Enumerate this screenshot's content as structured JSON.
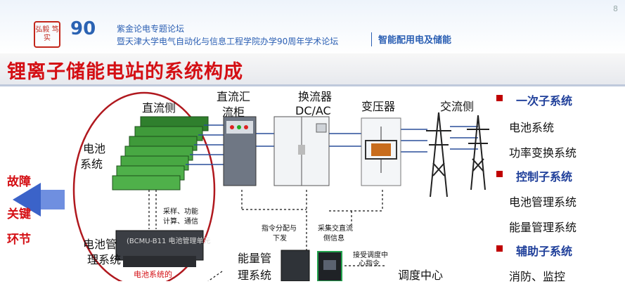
{
  "page_number": "8",
  "header": {
    "seal_text": "弘毅\n笃实",
    "logo_text": "90",
    "conference_line1": "紫金论电专题论坛",
    "conference_line2": "暨天津大学电气自动化与信息工程学院办学90周年学术论坛",
    "conference_topic": "智能配用电及储能"
  },
  "slide_title": "锂离子储能电站的系统构成",
  "left_callout": [
    "故障",
    "关键",
    "环节"
  ],
  "diagram": {
    "dc_side": "直流侧",
    "battery": [
      "电池",
      "系统"
    ],
    "dc_cabinet": [
      "直流汇",
      "流柜"
    ],
    "converter": [
      "换流器",
      "DC/AC"
    ],
    "transformer": "变压器",
    "ac_side": "交流侧",
    "bms": [
      "电池管",
      "理系统"
    ],
    "bms_caption": "电池系统的",
    "bms_device_label": "(BCMU-B11  电池管理单元",
    "sampling": [
      "采样、功能",
      "计算、通信"
    ],
    "command": [
      "指令分配与",
      "下发"
    ],
    "collect": [
      "采集交直流",
      "侧信息"
    ],
    "ems": [
      "能量管",
      "理系统"
    ],
    "dispatch_cmd": [
      "接受调度中",
      "心指令"
    ],
    "dispatch_center": "调度中心"
  },
  "right_list": [
    {
      "type": "head",
      "text": "一次子系统"
    },
    {
      "type": "item",
      "text": "电池系统"
    },
    {
      "type": "item",
      "text": "功率变换系统"
    },
    {
      "type": "head",
      "text": "控制子系统"
    },
    {
      "type": "item",
      "text": "电池管理系统"
    },
    {
      "type": "item",
      "text": "能量管理系统"
    },
    {
      "type": "head",
      "text": "辅助子系统"
    },
    {
      "type": "item",
      "text": "消防、监控"
    }
  ],
  "colors": {
    "title": "#d40f14",
    "accent": "#1f3f9a",
    "bullet": "#c00000",
    "battery_green": "#3f9a3a",
    "ellipse": "#b0181e"
  }
}
